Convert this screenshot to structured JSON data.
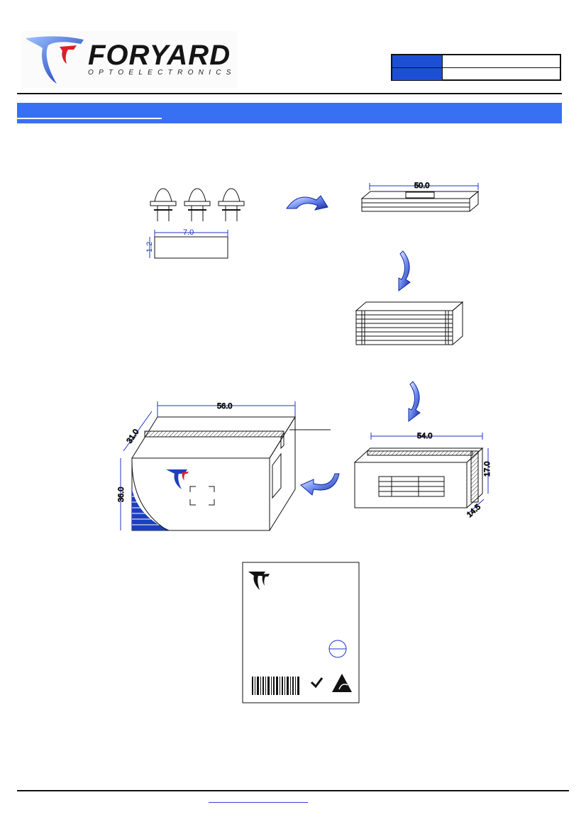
{
  "header": {
    "brand_name": "FORYARD",
    "brand_tagline": "OPTOELECTRONICS",
    "colors": {
      "brand_blue": "#1d4fd4",
      "bar_blue": "#3770f2",
      "logo_red": "#d8202a"
    }
  },
  "packing": {
    "led_strip_dims": {
      "length": "7.0",
      "height": "1.2"
    },
    "tube_length": "50.0",
    "inner_box_dims": {
      "length": "54.0",
      "height": "17.0",
      "depth": "14.5"
    },
    "outer_box_dims": {
      "length": "56.0",
      "depth": "31.0",
      "height": "36.0"
    }
  },
  "icons": [
    "foryard-logo-icon",
    "arrow-icon",
    "esd-warning-icon",
    "checkmark-icon",
    "barcode-icon",
    "circle-symbol-icon"
  ]
}
